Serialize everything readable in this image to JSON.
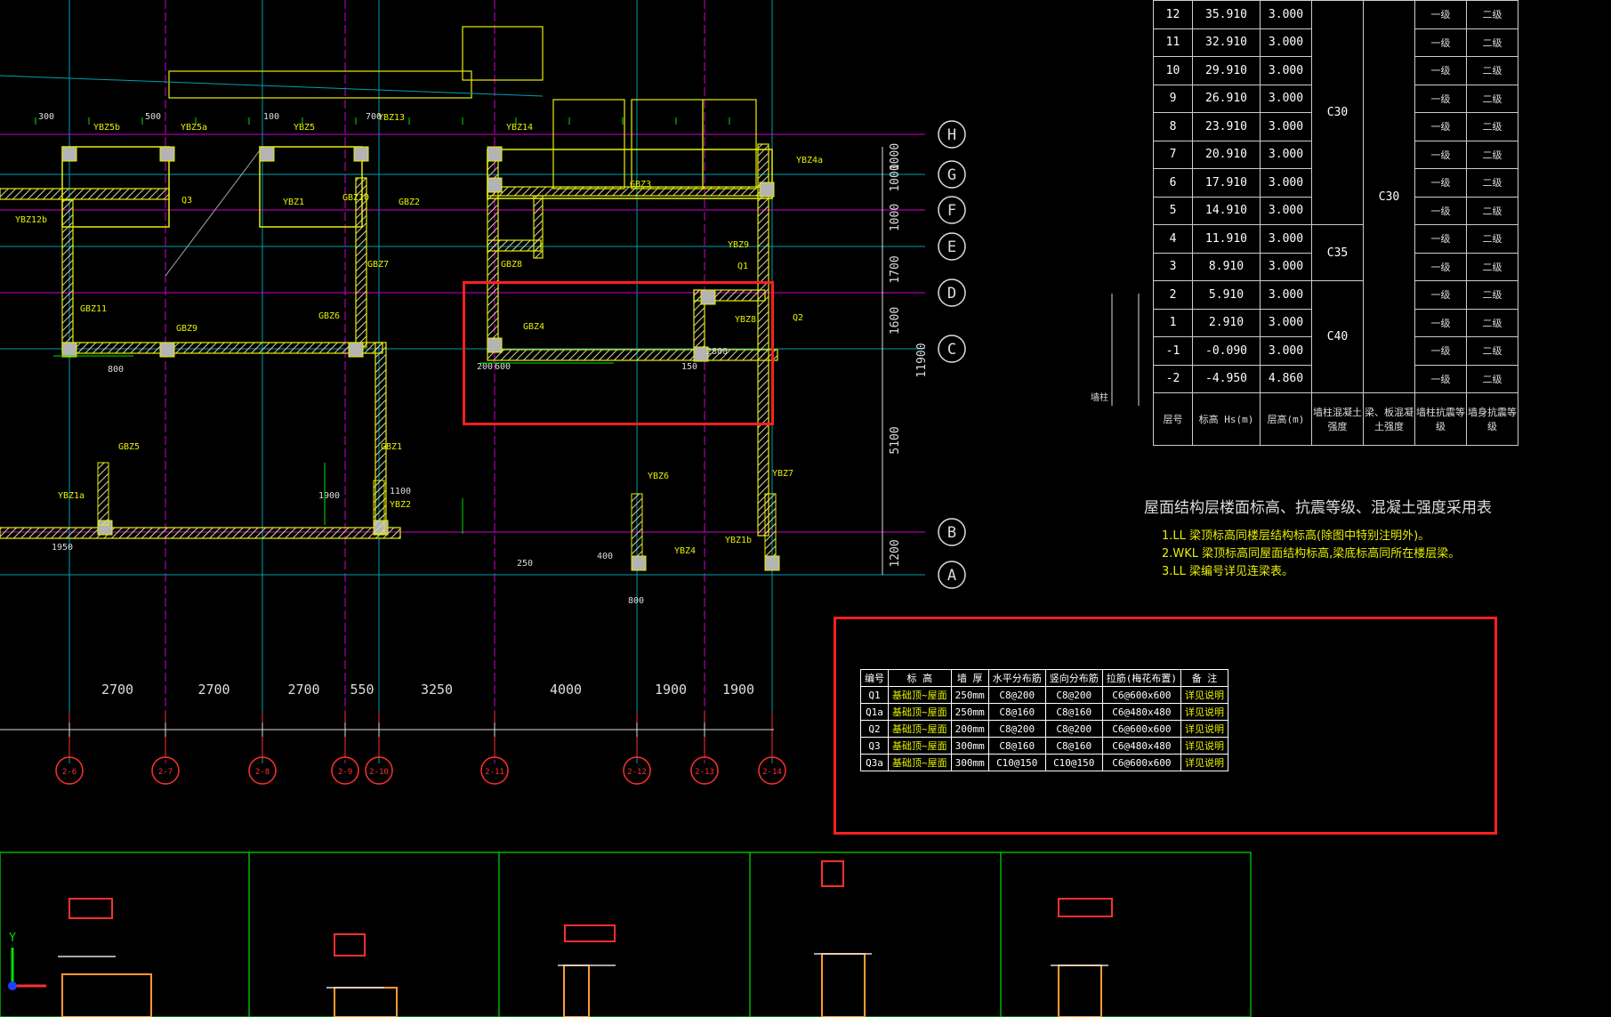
{
  "axes": {
    "rows": [
      "H",
      "G",
      "F",
      "E",
      "D",
      "C",
      "B",
      "A"
    ],
    "cols": [
      "2-6",
      "2-7",
      "2-8",
      "2-9",
      "2-10",
      "2-11",
      "2-12",
      "2-13",
      "2-14"
    ],
    "col_spacings": [
      "2700",
      "2700",
      "2700",
      "550",
      "3250",
      "4000",
      "1900",
      "1900"
    ],
    "row_dims": [
      "1000",
      "1000",
      "1000",
      "1700",
      "1600",
      "5100",
      "1200"
    ],
    "total_dim": "11900"
  },
  "labels": {
    "walls": [
      "YBZ5b",
      "YBZ5a",
      "YBZ5",
      "YBZ13",
      "YBZ14",
      "YBZ4a",
      "YBZ12b",
      "GBZ11",
      "GBZ9",
      "GBZ6",
      "GBZ7",
      "YBZ1",
      "GBZ10",
      "GBZ8",
      "GBZ3",
      "YBZ9",
      "YBZ8",
      "YBZ7",
      "YBZ6",
      "YBZ4",
      "YBZ1b",
      "YBZ2",
      "GBZ5",
      "YBZ1a",
      "GBZ1",
      "GBZ2",
      "GBZ4",
      "Q1",
      "Q2",
      "Q3"
    ],
    "dims": [
      "200",
      "600",
      "300",
      "500",
      "100",
      "700",
      "150",
      "2800",
      "800",
      "250",
      "1950",
      "1900",
      "1100",
      "400",
      "800"
    ]
  },
  "floor_table": {
    "header_section": "墙柱",
    "col_headers": [
      "层号",
      "标高 Hs(m)",
      "层高(m)",
      "墙柱混凝土强度",
      "梁、板混凝土强度",
      "墙柱抗震等级",
      "墙身抗震等级"
    ],
    "rows": [
      {
        "floor": "12",
        "elev": "35.910",
        "height": "3.000"
      },
      {
        "floor": "11",
        "elev": "32.910",
        "height": "3.000"
      },
      {
        "floor": "10",
        "elev": "29.910",
        "height": "3.000"
      },
      {
        "floor": "9",
        "elev": "26.910",
        "height": "3.000"
      },
      {
        "floor": "8",
        "elev": "23.910",
        "height": "3.000"
      },
      {
        "floor": "7",
        "elev": "20.910",
        "height": "3.000"
      },
      {
        "floor": "6",
        "elev": "17.910",
        "height": "3.000"
      },
      {
        "floor": "5",
        "elev": "14.910",
        "height": "3.000"
      },
      {
        "floor": "4",
        "elev": "11.910",
        "height": "3.000"
      },
      {
        "floor": "3",
        "elev": "8.910",
        "height": "3.000"
      },
      {
        "floor": "2",
        "elev": "5.910",
        "height": "3.000"
      },
      {
        "floor": "1",
        "elev": "2.910",
        "height": "3.000"
      },
      {
        "floor": "-1",
        "elev": "-0.090",
        "height": "3.000"
      },
      {
        "floor": "-2",
        "elev": "-4.950",
        "height": "4.860"
      }
    ],
    "concrete": [
      {
        "grade": "C30"
      },
      {
        "grade": "C30"
      },
      {
        "grade": "C35"
      },
      {
        "grade": "C40"
      }
    ],
    "grade_marks": [
      "一级",
      "二级"
    ],
    "title": "屋面结构层楼面标高、抗震等级、混凝土强度采用表",
    "notes": [
      "1.LL 梁顶标高同楼层结构标高(除图中特别注明外)。",
      "2.WKL 梁顶标高同屋面结构标高,梁底标高同所在楼层梁。",
      "3.LL 梁编号详见连梁表。"
    ]
  },
  "wall_table": {
    "headers": [
      "编号",
      "标 高",
      "墙 厚",
      "水平分布筋",
      "竖向分布筋",
      "拉筋(梅花布置)",
      "备 注"
    ],
    "rows": [
      [
        "Q1",
        "基础顶~屋面",
        "250mm",
        "C8@200",
        "C8@200",
        "C6@600x600",
        "详见说明"
      ],
      [
        "Q1a",
        "基础顶~屋面",
        "250mm",
        "C8@160",
        "C8@160",
        "C6@480x480",
        "详见说明"
      ],
      [
        "Q2",
        "基础顶~屋面",
        "200mm",
        "C8@200",
        "C8@200",
        "C6@600x600",
        "详见说明"
      ],
      [
        "Q3",
        "基础顶~屋面",
        "300mm",
        "C8@160",
        "C8@160",
        "C6@480x480",
        "详见说明"
      ],
      [
        "Q3a",
        "基础顶~屋面",
        "300mm",
        "C10@150",
        "C10@150",
        "C6@600x600",
        "详见说明"
      ]
    ]
  },
  "colors": {
    "background": "#000000",
    "wall_outline": "#e8f000",
    "hatch": "#d8d8a0",
    "column_fill": "#b4b4b4",
    "axis_magenta": "#d000d0",
    "axis_cyan": "#00a0b0",
    "dim_green": "#00e000",
    "bubble_red": "#ff3030",
    "selection": "#ff2020"
  }
}
